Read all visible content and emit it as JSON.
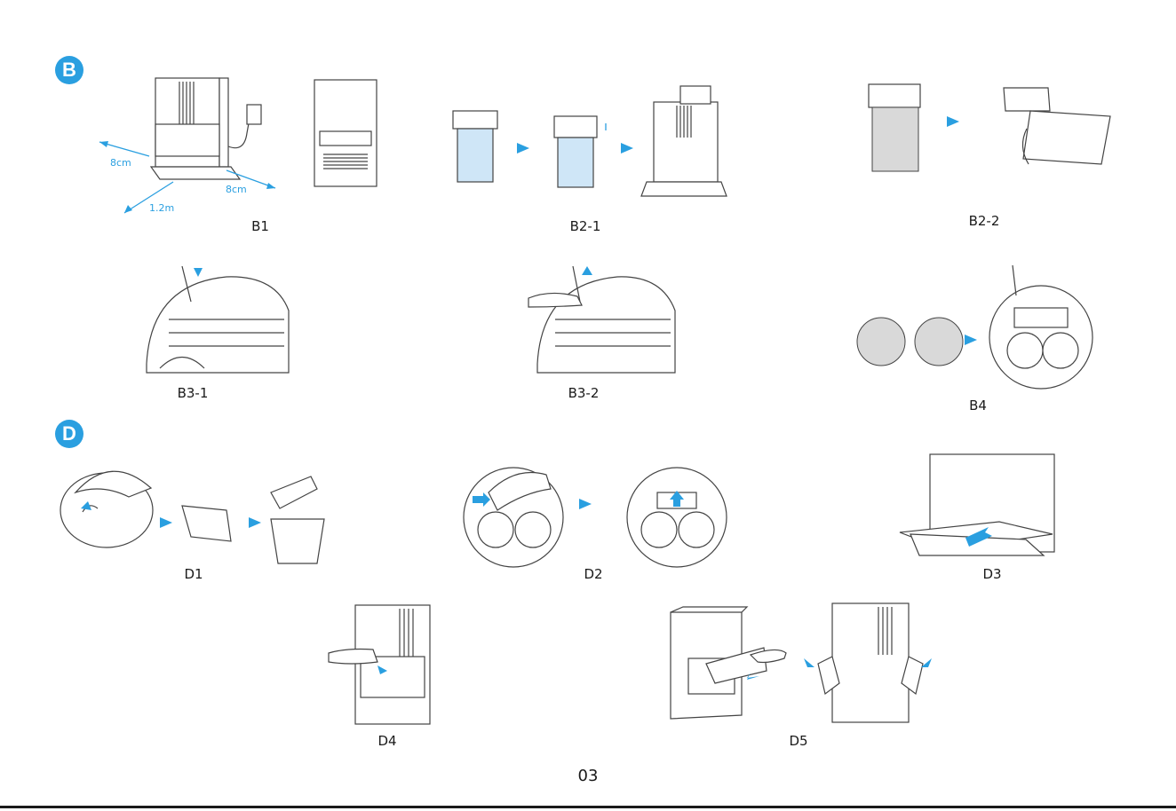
{
  "sections": {
    "b_badge": "B",
    "d_badge": "D"
  },
  "figures": {
    "b1": "B1",
    "b2_1": "B2-1",
    "b2_2": "B2-2",
    "b3_1": "B3-1",
    "b3_2": "B3-2",
    "b4": "B4",
    "d1": "D1",
    "d2": "D2",
    "d3": "D3",
    "d4": "D4",
    "d5": "D5"
  },
  "dimensions": {
    "left": "8cm",
    "right": "8cm",
    "front": "1.2m"
  },
  "page_number": "03",
  "colors": {
    "accent": "#2a9fe0",
    "water": "#cfe6f7"
  }
}
